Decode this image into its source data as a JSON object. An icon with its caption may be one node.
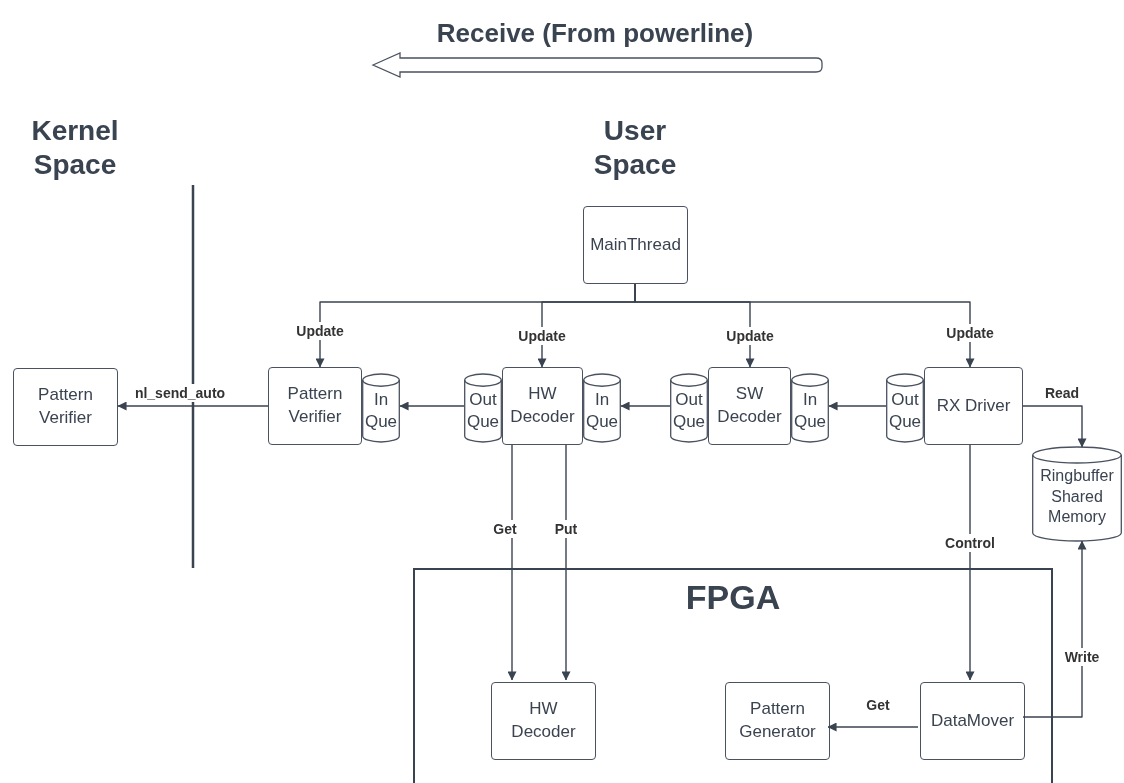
{
  "diagram": {
    "title": "Receive (From powerline)",
    "nodes": [
      {
        "text": [
          "MainThread"
        ]
      },
      {
        "text": [
          "Pattern Verifier"
        ]
      },
      {
        "text": [
          "Pattern Verifier"
        ]
      },
      {
        "text": [
          "In Que"
        ]
      },
      {
        "text": [
          "Out Que"
        ]
      },
      {
        "text": [
          "HW Decoder"
        ]
      },
      {
        "text": [
          "In Que"
        ]
      },
      {
        "text": [
          "Out Que"
        ]
      },
      {
        "text": [
          "SW Decoder"
        ]
      },
      {
        "text": [
          "In Que"
        ]
      },
      {
        "text": [
          "Out Que"
        ]
      },
      {
        "text": [
          "RX Driver"
        ]
      },
      {
        "text": [
          "Ringbuffer Shared Memory"
        ]
      },
      {
        "text": [
          "FPGA"
        ]
      },
      {
        "text": [
          "HW Decoder"
        ],
        "in": 13
      },
      {
        "text": [
          "Pattern Generator"
        ],
        "in": 13
      },
      {
        "text": [
          "DataMover"
        ],
        "in": 13
      }
    ],
    "edges": [
      {
        "from": 0,
        "to": 2,
        "arrow": "to",
        "label": "Update"
      },
      {
        "from": 0,
        "to": 5,
        "arrow": "to",
        "label": "Update"
      },
      {
        "from": 0,
        "to": 8,
        "arrow": "to",
        "label": "Update"
      },
      {
        "from": 0,
        "to": 11,
        "arrow": "to",
        "label": "Update"
      },
      {
        "from": 2,
        "to": 1,
        "arrow": "to",
        "label": "nl_send_auto"
      },
      {
        "from": 4,
        "to": 3,
        "arrow": "to"
      },
      {
        "from": 7,
        "to": 6,
        "arrow": "to"
      },
      {
        "from": 10,
        "to": 9,
        "arrow": "to"
      },
      {
        "from": 11,
        "to": 12,
        "arrow": "to",
        "label": "Read"
      },
      {
        "from": 5,
        "to": 14,
        "arrow": "to",
        "label": "Get"
      },
      {
        "from": 5,
        "to": 14,
        "arrow": "to",
        "label": "Put"
      },
      {
        "from": 11,
        "to": 16,
        "arrow": "to",
        "label": "Control"
      },
      {
        "from": 16,
        "to": 15,
        "arrow": "to",
        "label": "Get"
      },
      {
        "from": 16,
        "to": 12,
        "arrow": "to",
        "label": "Write"
      }
    ],
    "labels": [
      "Kernel Space",
      "User Space"
    ]
  }
}
